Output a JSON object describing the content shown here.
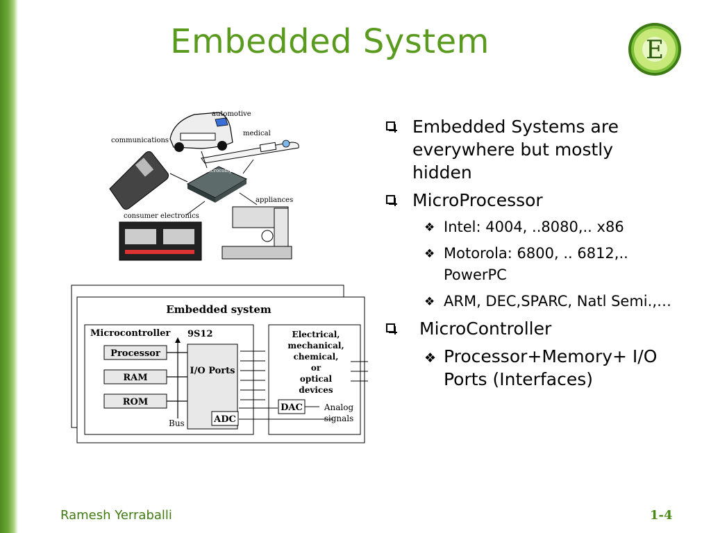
{
  "slide": {
    "title": "Embedded System",
    "footer_author": "Ramesh Yerraballi",
    "footer_page": "1-4",
    "accent_color": "#5a9a1e"
  },
  "scene": {
    "labels": {
      "automotive": "automotive",
      "medical": "medical",
      "communications": "communications",
      "microcomputer": "microcomputer",
      "appliances": "appliances",
      "consumer_electronics": "consumer electronics"
    }
  },
  "diagram": {
    "title": "Embedded system",
    "microcontroller": "Microcontroller",
    "chip": "9S12",
    "processor": "Processor",
    "ram": "RAM",
    "rom": "ROM",
    "bus": "Bus",
    "io_ports": "I/O Ports",
    "adc": "ADC",
    "dac": "DAC",
    "devices_lines": [
      "Electrical,",
      "mechanical,",
      "chemical,",
      "or",
      "optical",
      "devices"
    ],
    "analog_lines": [
      "Analog",
      "signals"
    ]
  },
  "bullets": {
    "b1": "Embedded Systems are everywhere but mostly hidden",
    "b2": "MicroProcessor",
    "b2_subs": [
      "Intel: 4004, ..8080,.. x86",
      "Motorola: 6800, .. 6812,.. PowerPC",
      "ARM, DEC,SPARC, Natl Semi.,…"
    ],
    "b3": "MicroController",
    "b3_sub": "Processor+Memory+ I/O Ports (Interfaces)"
  }
}
